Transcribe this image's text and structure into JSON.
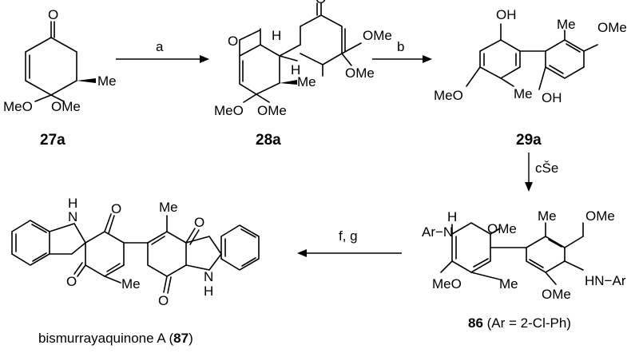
{
  "compounds": {
    "c27a": {
      "label": "27a",
      "atoms": {
        "carbonyl_o": "O",
        "ome_left": "MeO",
        "ome_right": "OMe",
        "me": "Me"
      }
    },
    "c28a": {
      "label": "28a",
      "atoms": {
        "o_left": "O",
        "o_right": "O",
        "h_top": "H",
        "h_bottom": "H",
        "me": "Me",
        "ome_r1": "OMe",
        "ome_r2": "OMe",
        "meo_left": "MeO",
        "ome_left2": "OMe"
      }
    },
    "c29a": {
      "label": "29a",
      "atoms": {
        "oh_top": "OH",
        "oh_bottom": "OH",
        "me_top": "Me",
        "ome_top": "OMe",
        "meo_left": "MeO",
        "me_mid": "Me"
      }
    },
    "c86": {
      "label_num": "86",
      "label_rest": " (Ar = 2-Cl-Ph)",
      "atoms": {
        "arn": "Ar−N",
        "h": "H",
        "ome_a": "OMe",
        "me_top": "Me",
        "ome_top": "OMe",
        "meo": "MeO",
        "me_bot": "Me",
        "ome_b": "OMe",
        "hnar": "HN−Ar"
      }
    },
    "c87": {
      "name_prefix": "bismurrayaquinone A (",
      "num": "87",
      "name_suffix": ")",
      "atoms": {
        "nh_top_n": "N",
        "nh_top_h": "H",
        "o1": "O",
        "o2": "O",
        "o3": "O",
        "o4": "O",
        "me_top": "Me",
        "me_bot": "Me",
        "nh_bot_n": "N",
        "nh_bot_h": "H"
      }
    }
  },
  "arrows": {
    "a": {
      "condition": "a"
    },
    "b": {
      "condition": "b"
    },
    "c": {
      "condition": "cŠe"
    },
    "fg": {
      "condition": "f, g"
    }
  }
}
